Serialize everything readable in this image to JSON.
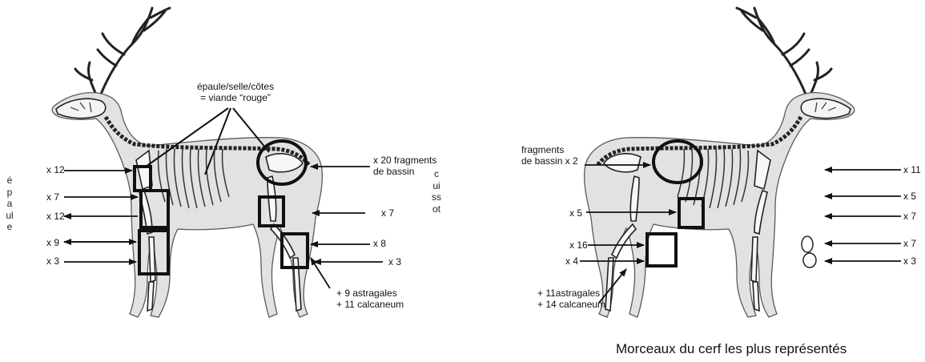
{
  "left_deer": {
    "region_vertical_left": "épaule",
    "region_vertical_right": "cuissot",
    "note_red_meat": [
      "épaule/selle/côtes",
      "= viande “rouge”"
    ],
    "counts_left": [
      "x 12",
      "x 7",
      "x 12",
      "x 9",
      "x 3"
    ],
    "counts_right": [
      "x 7",
      "x 8",
      "x 3"
    ],
    "pelvis_label": [
      "x 20 fragments",
      "de bassin"
    ],
    "tarsal_note": [
      "+ 9 astragales",
      "+ 11 calcaneum"
    ]
  },
  "right_deer": {
    "pelvis_label": [
      "fragments",
      "de bassin x 2"
    ],
    "counts_left": [
      "x 5",
      "x 16",
      "x 4"
    ],
    "counts_right": [
      "x 11",
      "x 5",
      "x 7",
      "x 7",
      "x 3"
    ],
    "tarsal_note": [
      "+ 11astragales",
      "+ 14 calcaneum"
    ]
  },
  "caption": "Morceaux du cerf les plus représentés"
}
